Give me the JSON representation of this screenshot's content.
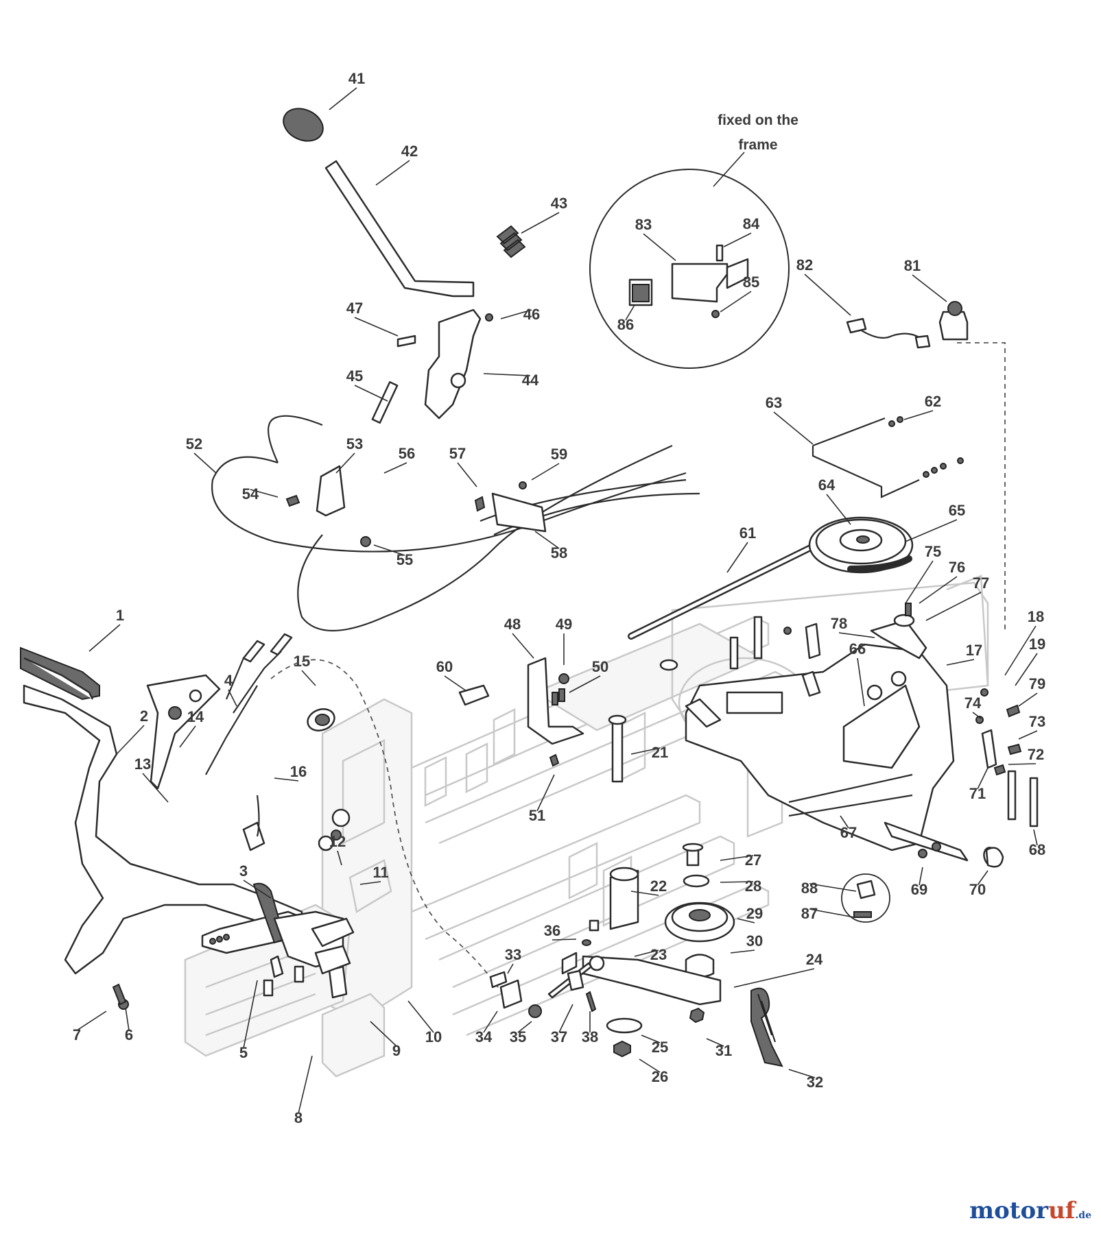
{
  "diagram": {
    "note": [
      "fixed on the",
      "frame"
    ],
    "labels": [
      "1",
      "2",
      "3",
      "4",
      "5",
      "6",
      "7",
      "8",
      "9",
      "10",
      "11",
      "12",
      "13",
      "14",
      "15",
      "16",
      "17",
      "18",
      "19",
      "21",
      "22",
      "23",
      "24",
      "25",
      "26",
      "27",
      "28",
      "29",
      "30",
      "31",
      "32",
      "33",
      "34",
      "35",
      "36",
      "37",
      "38",
      "41",
      "42",
      "43",
      "44",
      "45",
      "46",
      "47",
      "48",
      "49",
      "50",
      "51",
      "52",
      "53",
      "54",
      "55",
      "56",
      "57",
      "58",
      "59",
      "60",
      "61",
      "62",
      "63",
      "64",
      "65",
      "66",
      "67",
      "68",
      "69",
      "70",
      "71",
      "72",
      "73",
      "74",
      "75",
      "76",
      "77",
      "78",
      "79",
      "81",
      "82",
      "83",
      "84",
      "85",
      "86",
      "87",
      "88"
    ]
  },
  "watermark": {
    "part1": "motor",
    "part2": "uf",
    "suffix": ".de",
    "color_primary": "#1e4e9a",
    "color_accent": "#c8462b"
  }
}
